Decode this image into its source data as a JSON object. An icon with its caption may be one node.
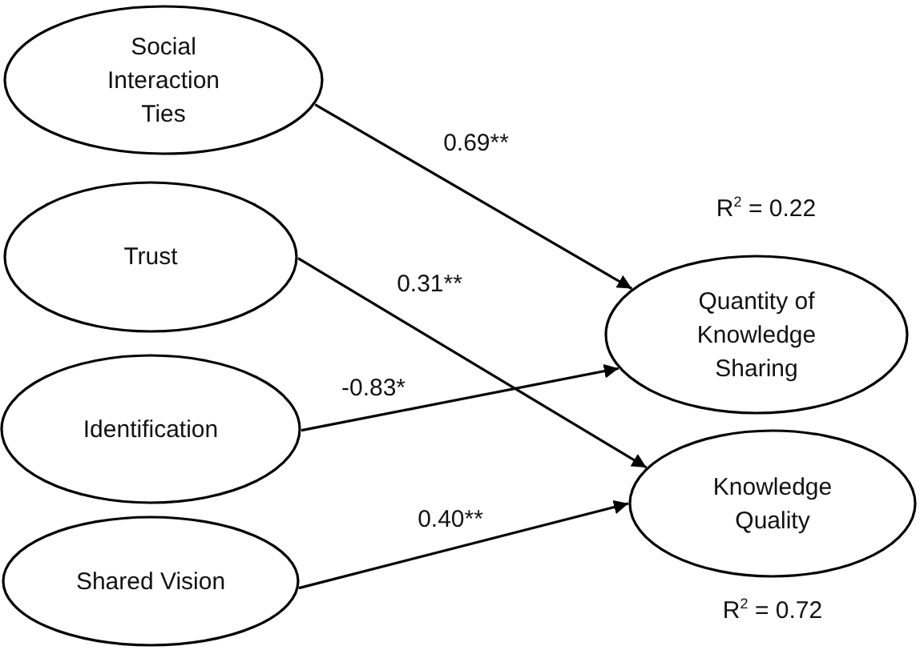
{
  "diagram": {
    "nodes": [
      {
        "text": [
          "Social Interaction Ties"
        ]
      },
      {
        "text": [
          "Trust"
        ]
      },
      {
        "text": [
          "Identification"
        ]
      },
      {
        "text": [
          "Shared Vision"
        ]
      },
      {
        "text": [
          "Quantity of Knowledge Sharing"
        ],
        "beside": [
          "R$^{2}$ = 0.22"
        ]
      },
      {
        "text": [
          "Knowledge Quality"
        ],
        "beside": [
          "R$^{2}$ = 0.72"
        ]
      }
    ],
    "edges": [
      {
        "from": 0,
        "to": 4,
        "arrow": "to",
        "label": "0.69**"
      },
      {
        "from": 1,
        "to": 5,
        "arrow": "to",
        "label": "0.31**"
      },
      {
        "from": 2,
        "to": 4,
        "arrow": "to",
        "label": "-0.83*"
      },
      {
        "from": 3,
        "to": 5,
        "arrow": "to",
        "label": "0.40**"
      }
    ]
  }
}
